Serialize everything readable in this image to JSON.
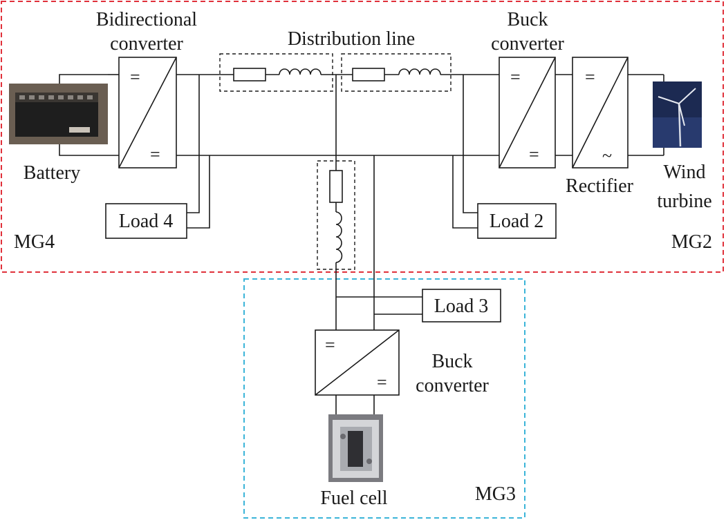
{
  "labels": {
    "bidirectional_converter_line1": "Bidirectional",
    "bidirectional_converter_line2": "converter",
    "distribution_line": "Distribution line",
    "buck_converter_top_line1": "Buck",
    "buck_converter_top_line2": "converter",
    "battery": "Battery",
    "rectifier": "Rectifier",
    "wind_turbine_line1": "Wind",
    "wind_turbine_line2": "turbine",
    "load4": "Load 4",
    "load2": "Load 2",
    "load3": "Load 3",
    "mg4": "MG4",
    "mg2": "MG2",
    "mg3": "MG3",
    "buck_converter_bottom_line1": "Buck",
    "buck_converter_bottom_line2": "converter",
    "fuel_cell": "Fuel cell"
  },
  "symbols": {
    "dc": "=",
    "ac": "~"
  },
  "colors": {
    "upper_region_border": "#e0303a",
    "lower_region_border": "#3ab4d8",
    "wire": "#1a1a1a"
  }
}
